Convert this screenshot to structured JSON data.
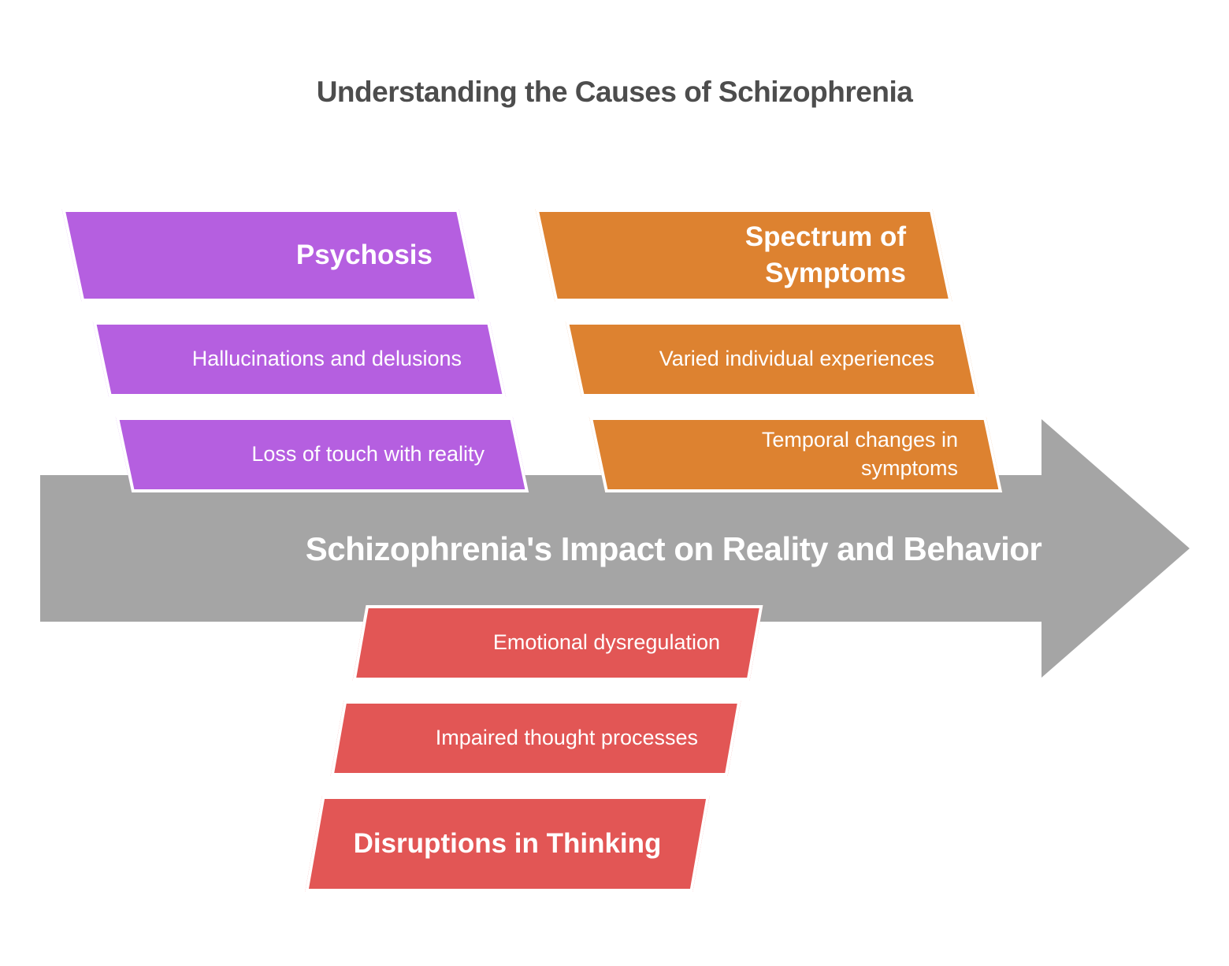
{
  "title": "Understanding the Causes of Schizophrenia",
  "colors": {
    "purple": "#b55fe0",
    "orange": "#dd8230",
    "red": "#e25655",
    "gray": "#a5a5a5",
    "title_text": "#4d4d4d"
  },
  "arrow": {
    "label": "Schizophrenia's Impact on Reality and Behavior",
    "direction": "right"
  },
  "groups": {
    "psychosis": {
      "header": "Psychosis",
      "items": [
        "Hallucinations and delusions",
        "Loss of touch with reality"
      ]
    },
    "spectrum": {
      "header": "Spectrum of\nSymptoms",
      "items": [
        "Varied individual experiences",
        "Temporal changes in\nsymptoms"
      ]
    },
    "thinking": {
      "header": "Disruptions in Thinking",
      "items": [
        "Emotional dysregulation",
        "Impaired thought processes"
      ]
    }
  }
}
